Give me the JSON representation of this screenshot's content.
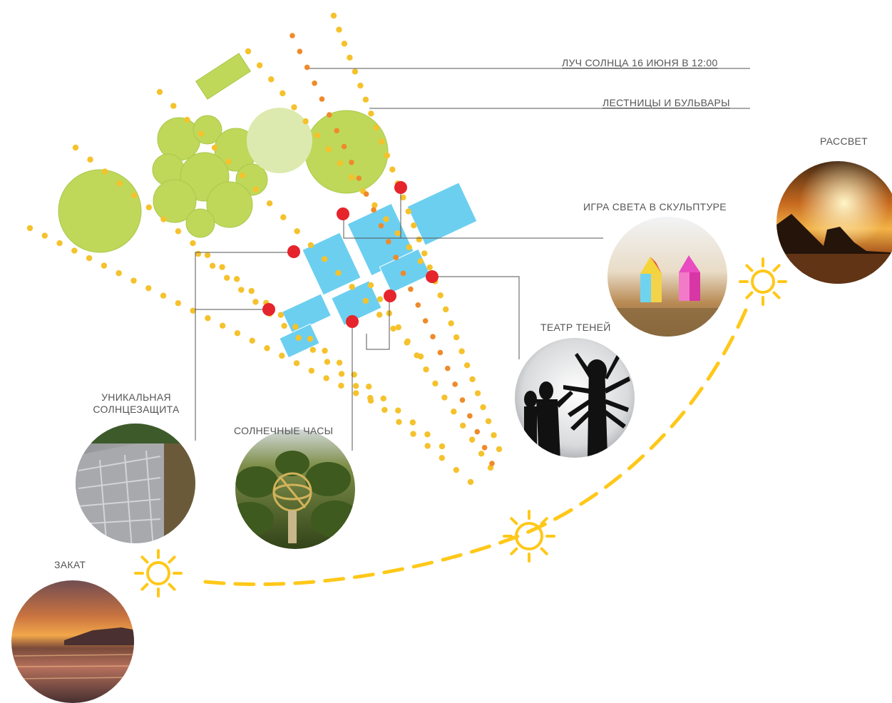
{
  "labels": {
    "sun_ray": "ЛУЧ СОЛНЦА 16 ИЮНЯ В 12:00",
    "stairs": "ЛЕСТНИЦЫ И БУЛЬВАРЫ",
    "sunrise": "РАССВЕТ",
    "light_play": "ИГРА СВЕТА В СКУЛЬПТУРЕ",
    "shadow_theater": "ТЕАТР ТЕНЕЙ",
    "sun_protection_line1": "УНИКАЛЬНАЯ",
    "sun_protection_line2": "СОЛНЦЕЗАЩИТА",
    "sundial": "СОЛНЕЧНЫЕ ЧАСЫ",
    "sunset": "ЗАКАТ"
  },
  "colors": {
    "tree": "#bfd85a",
    "tree_light": "#dceab0",
    "building": "#6ccff0",
    "dot_yellow": "#f5c22c",
    "dot_orange": "#ef8a2a",
    "marker_red": "#e5242b",
    "sun_path": "#ffc819",
    "leader": "#555555"
  },
  "icons": [
    "sun-icon",
    "sun-icon",
    "sun-icon"
  ]
}
